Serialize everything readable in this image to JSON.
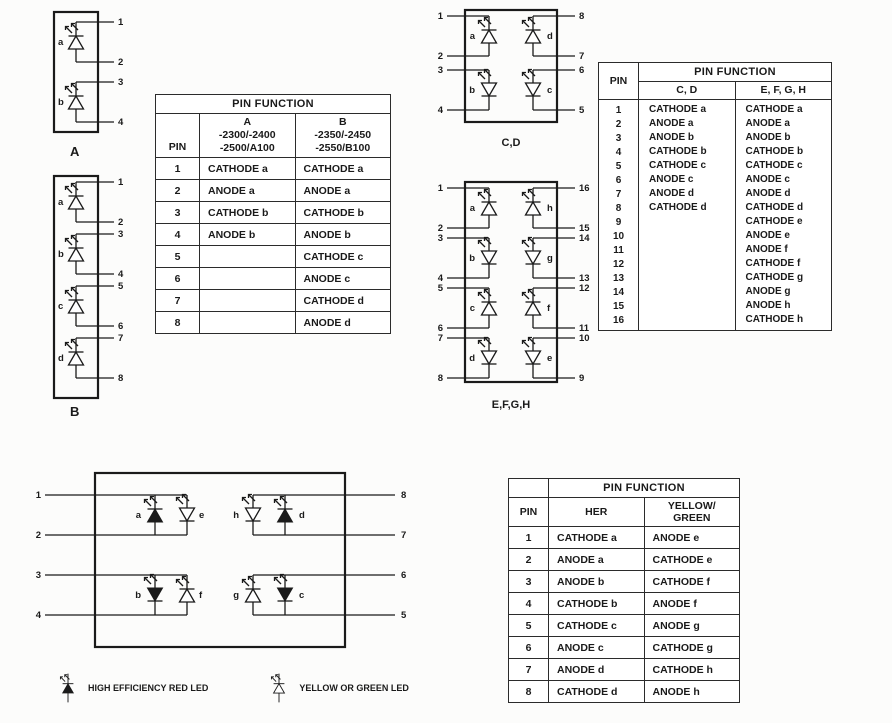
{
  "diagrams": {
    "a": {
      "label": "A",
      "letters": [
        "a",
        "b"
      ],
      "pins": [
        "1",
        "2",
        "3",
        "4"
      ]
    },
    "b": {
      "label": "B",
      "letters": [
        "a",
        "b",
        "c",
        "d"
      ],
      "pins": [
        "1",
        "2",
        "3",
        "4",
        "5",
        "6",
        "7",
        "8"
      ]
    },
    "cd": {
      "label": "C,D",
      "letters": [
        "a",
        "d",
        "b",
        "c"
      ],
      "left_pins": [
        "1",
        "2",
        "3",
        "4"
      ],
      "right_pins": [
        "8",
        "7",
        "6",
        "5"
      ]
    },
    "efgh": {
      "label": "E,F,G,H",
      "left_letters": [
        "a",
        "b",
        "c",
        "d"
      ],
      "right_letters": [
        "h",
        "g",
        "f",
        "e"
      ],
      "left_pins": [
        "1",
        "2",
        "3",
        "4",
        "5",
        "6",
        "7",
        "8"
      ],
      "right_pins": [
        "16",
        "15",
        "14",
        "13",
        "12",
        "11",
        "10",
        "9"
      ]
    },
    "bicolor": {
      "top_letters": [
        "a",
        "e",
        "h",
        "d"
      ],
      "bottom_letters": [
        "b",
        "f",
        "g",
        "c"
      ],
      "left_pins": [
        "1",
        "2",
        "3",
        "4"
      ],
      "right_pins": [
        "8",
        "7",
        "6",
        "5"
      ]
    }
  },
  "legend": {
    "her": "HIGH EFFICIENCY RED LED",
    "yellow_green": "YELLOW OR GREEN LED"
  },
  "tables": {
    "ab": {
      "title": "PIN FUNCTION",
      "pin_header": "PIN",
      "col_a": [
        "A",
        "-2300/-2400",
        "-2500/A100"
      ],
      "col_b": [
        "B",
        "-2350/-2450",
        "-2550/B100"
      ],
      "rows": [
        {
          "pin": "1",
          "a": "CATHODE a",
          "b": "CATHODE a"
        },
        {
          "pin": "2",
          "a": "ANODE a",
          "b": "ANODE a"
        },
        {
          "pin": "3",
          "a": "CATHODE b",
          "b": "CATHODE b"
        },
        {
          "pin": "4",
          "a": "ANODE b",
          "b": "ANODE b"
        },
        {
          "pin": "5",
          "a": "",
          "b": "CATHODE c"
        },
        {
          "pin": "6",
          "a": "",
          "b": "ANODE c"
        },
        {
          "pin": "7",
          "a": "",
          "b": "CATHODE d"
        },
        {
          "pin": "8",
          "a": "",
          "b": "ANODE d"
        }
      ]
    },
    "cdefgh": {
      "title": "PIN FUNCTION",
      "pin_header": "PIN",
      "col1": "C, D",
      "col2": "E, F, G, H",
      "rows": [
        {
          "pin": "1",
          "cd": "CATHODE a",
          "efgh": "CATHODE a"
        },
        {
          "pin": "2",
          "cd": "ANODE a",
          "efgh": "ANODE a"
        },
        {
          "pin": "3",
          "cd": "ANODE b",
          "efgh": "ANODE b"
        },
        {
          "pin": "4",
          "cd": "CATHODE b",
          "efgh": "CATHODE b"
        },
        {
          "pin": "5",
          "cd": "CATHODE c",
          "efgh": "CATHODE c"
        },
        {
          "pin": "6",
          "cd": "ANODE c",
          "efgh": "ANODE c"
        },
        {
          "pin": "7",
          "cd": "ANODE d",
          "efgh": "ANODE d"
        },
        {
          "pin": "8",
          "cd": "CATHODE d",
          "efgh": "CATHODE d"
        },
        {
          "pin": "9",
          "cd": "",
          "efgh": "CATHODE e"
        },
        {
          "pin": "10",
          "cd": "",
          "efgh": "ANODE e"
        },
        {
          "pin": "11",
          "cd": "",
          "efgh": "ANODE f"
        },
        {
          "pin": "12",
          "cd": "",
          "efgh": "CATHODE f"
        },
        {
          "pin": "13",
          "cd": "",
          "efgh": "CATHODE g"
        },
        {
          "pin": "14",
          "cd": "",
          "efgh": "ANODE g"
        },
        {
          "pin": "15",
          "cd": "",
          "efgh": "ANODE h"
        },
        {
          "pin": "16",
          "cd": "",
          "efgh": "CATHODE h"
        }
      ]
    },
    "bicolor": {
      "title": "PIN FUNCTION",
      "pin_header": "PIN",
      "col1": "HER",
      "col2": [
        "YELLOW/",
        "GREEN"
      ],
      "rows": [
        {
          "pin": "1",
          "her": "CATHODE a",
          "yg": "ANODE e"
        },
        {
          "pin": "2",
          "her": "ANODE a",
          "yg": "CATHODE e"
        },
        {
          "pin": "3",
          "her": "ANODE b",
          "yg": "CATHODE f"
        },
        {
          "pin": "4",
          "her": "CATHODE b",
          "yg": "ANODE f"
        },
        {
          "pin": "5",
          "her": "CATHODE c",
          "yg": "ANODE g"
        },
        {
          "pin": "6",
          "her": "ANODE c",
          "yg": "CATHODE g"
        },
        {
          "pin": "7",
          "her": "ANODE d",
          "yg": "CATHODE h"
        },
        {
          "pin": "8",
          "her": "CATHODE d",
          "yg": "ANODE h"
        }
      ]
    }
  }
}
